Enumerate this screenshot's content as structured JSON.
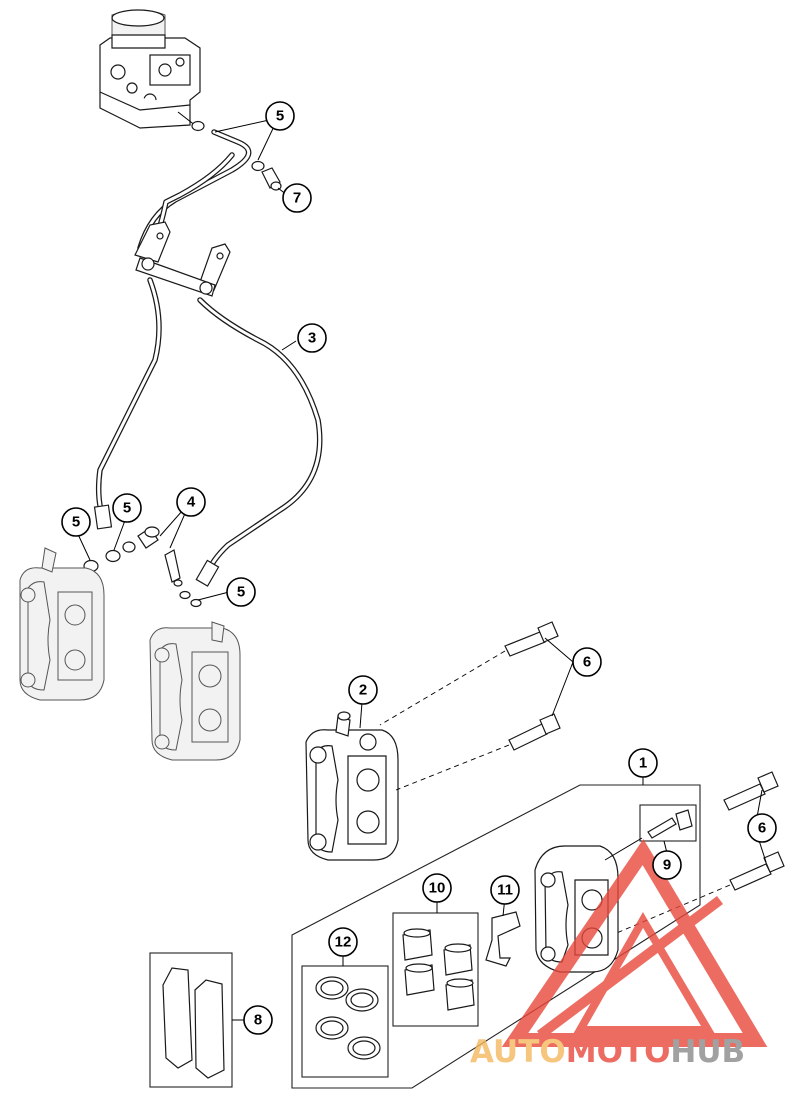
{
  "callouts": {
    "c1": "1",
    "c2": "2",
    "c3": "3",
    "c4": "4",
    "c5a": "5",
    "c5b": "5",
    "c5c": "5",
    "c5d": "5",
    "c6a": "6",
    "c6b": "6",
    "c7": "7",
    "c8": "8",
    "c9": "9",
    "c10": "10",
    "c11": "11",
    "c12": "12"
  },
  "watermark": {
    "part1": "AUTO",
    "part2": "MOTO",
    "part3": "HUB",
    "color_orange": "#f4b860",
    "color_red": "#e8483c",
    "color_grey": "#8a8a8a"
  }
}
